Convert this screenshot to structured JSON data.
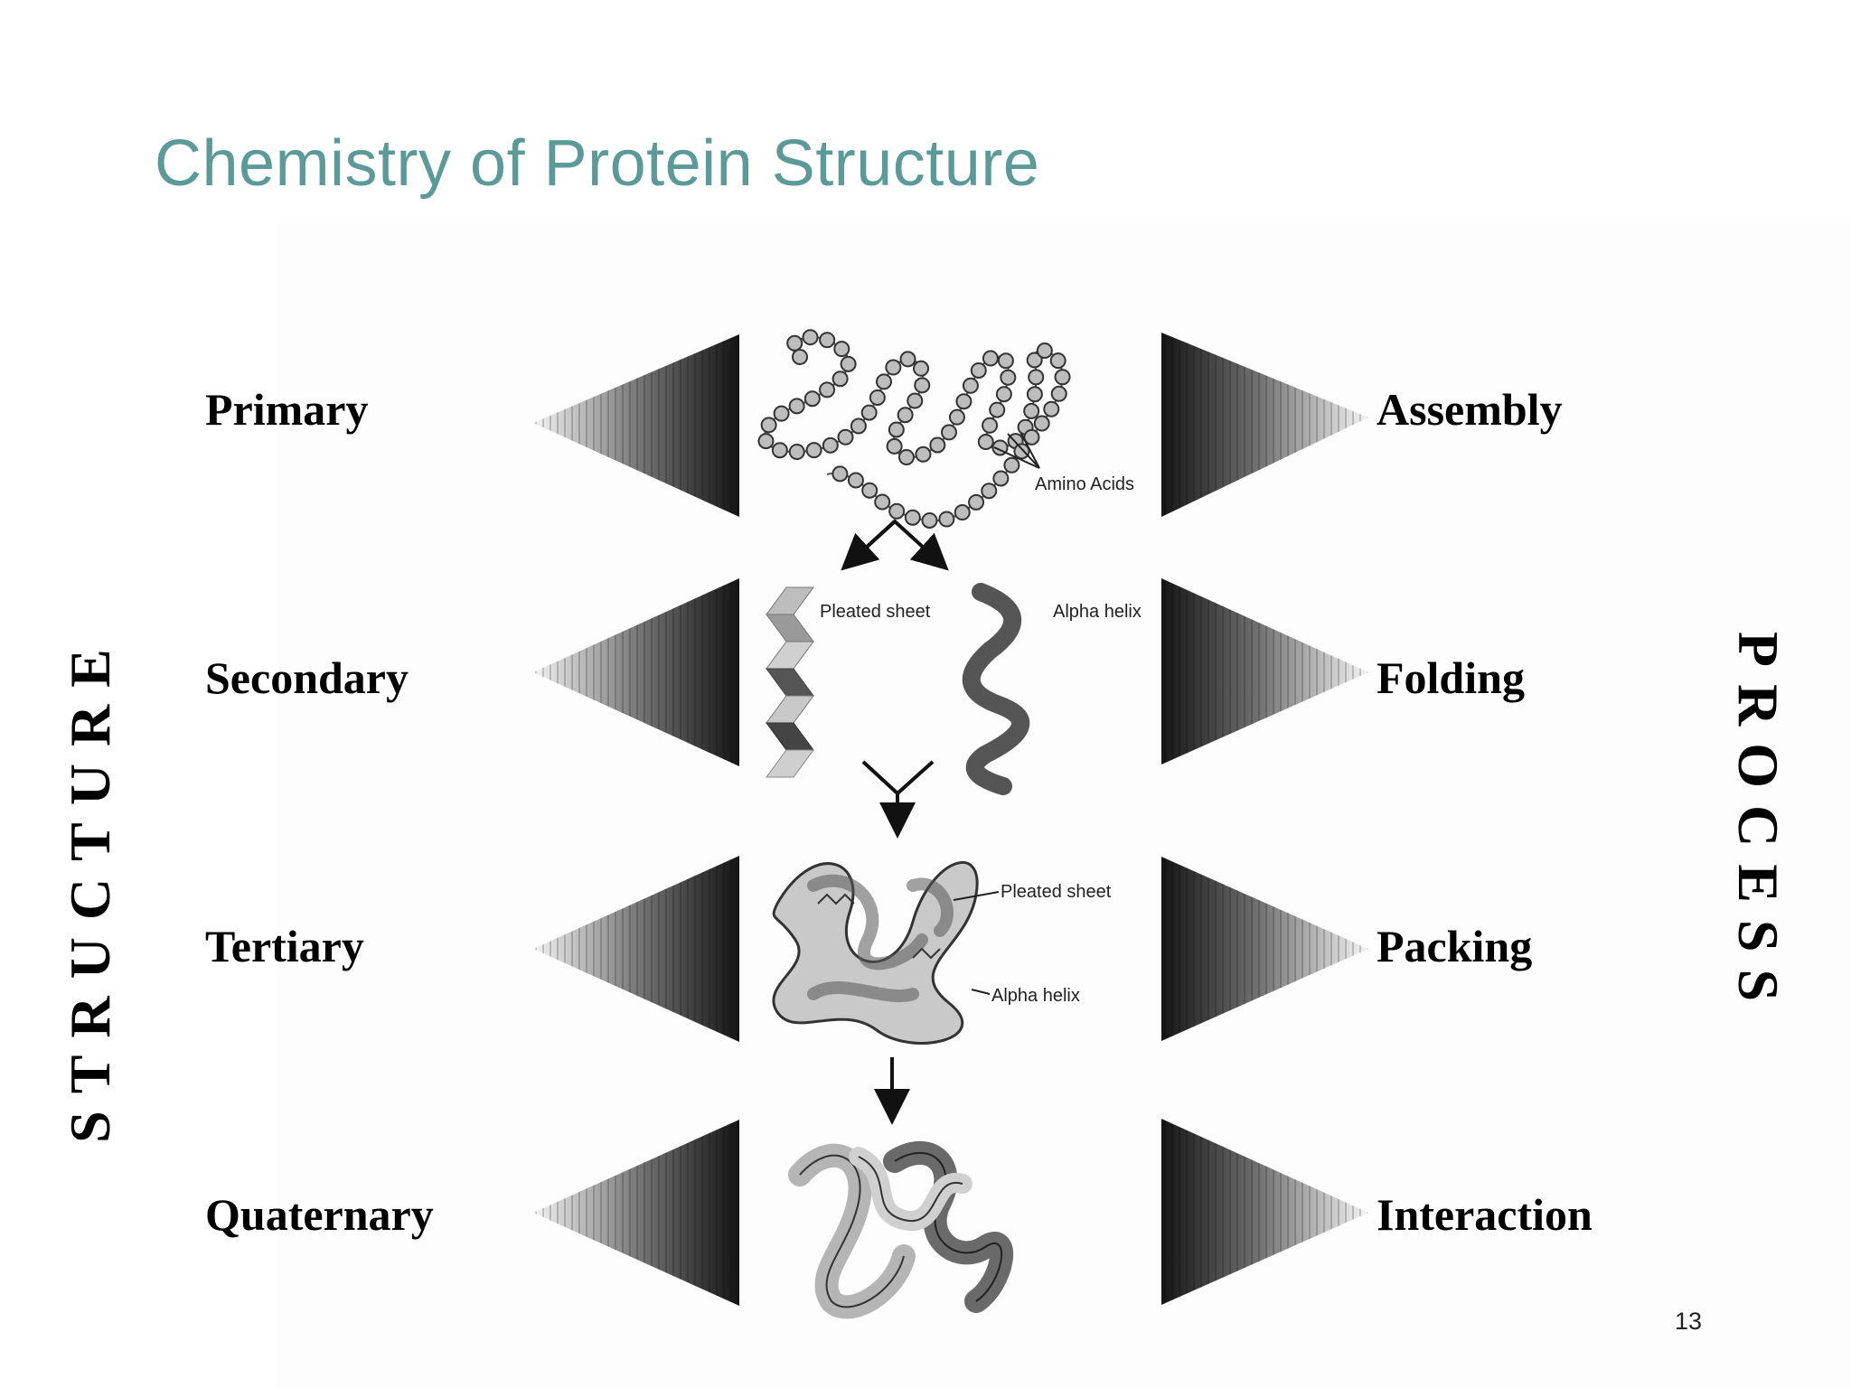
{
  "slide": {
    "title": "Chemistry of Protein Structure",
    "page_number": "13"
  },
  "structure_axis": {
    "label": "STRUCTURE",
    "levels": [
      {
        "label": "Primary"
      },
      {
        "label": "Secondary"
      },
      {
        "label": "Tertiary"
      },
      {
        "label": "Quaternary"
      }
    ]
  },
  "process_axis": {
    "label": "PROCESS",
    "steps": [
      {
        "label": "Assembly"
      },
      {
        "label": "Folding"
      },
      {
        "label": "Packing"
      },
      {
        "label": "Interaction"
      }
    ]
  },
  "illustrations": {
    "primary": {
      "annotation": "Amino Acids"
    },
    "secondary": {
      "left_annotation": "Pleated sheet",
      "right_annotation": "Alpha helix"
    },
    "tertiary": {
      "annotation_top": "Pleated sheet",
      "annotation_bottom": "Alpha helix"
    }
  },
  "colors": {
    "title": "#5a9a98",
    "text": "#000000",
    "wedge_dark": "#151515",
    "wedge_light": "#f4f4f4"
  }
}
